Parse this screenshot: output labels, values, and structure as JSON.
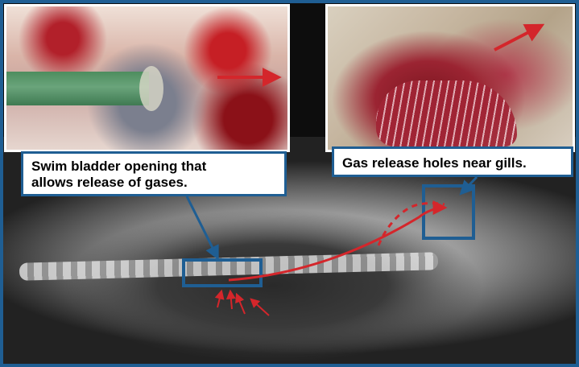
{
  "figure": {
    "callouts": {
      "swim_bladder_line1": "Swim bladder opening that",
      "swim_bladder_line2": "allows release of gases.",
      "gills": "Gas release holes near gills."
    },
    "colors": {
      "accent": "#1f5e93",
      "arrow": "#d4262b"
    },
    "panels": [
      "photo-left",
      "photo-right",
      "xray"
    ]
  }
}
